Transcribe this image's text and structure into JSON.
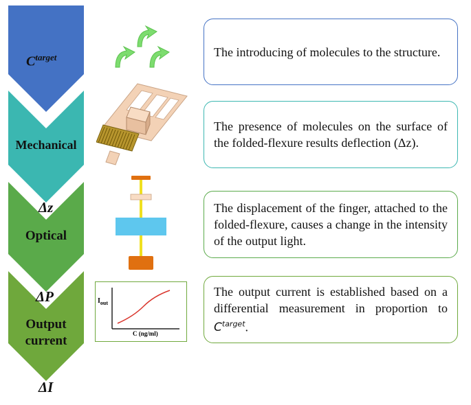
{
  "stages": [
    {
      "id": "target",
      "color": "#4472c4"
    },
    {
      "id": "mechanical",
      "label": "Mechanical",
      "color": "#3bb7b1"
    },
    {
      "id": "optical",
      "label": "Optical",
      "color": "#5aaa4a"
    },
    {
      "id": "output",
      "label_line1": "Output",
      "label_line2": "current",
      "color": "#6fa83c"
    }
  ],
  "variables": {
    "c_target_base": "C",
    "c_target_sup": "target",
    "dz": "Δz",
    "dp": "ΔP",
    "di": "ΔI"
  },
  "boxes": [
    {
      "text": "The introducing of molecules to the structure.",
      "border": "#4472c4"
    },
    {
      "text": "The presence of molecules on the surface of the folded-flexure results deflection (Δz).",
      "border": "#3bb7b1"
    },
    {
      "text": "The displacement of the finger, attached to the folded-flexure, causes a change in the intensity of the output light.",
      "border": "#5aaa4a"
    },
    {
      "text_prefix": "The output current is established based on a differential measurement in proportion to ",
      "text_base": "C",
      "text_sup": "target",
      "text_suffix": ".",
      "border": "#6fa83c"
    }
  ],
  "chart": {
    "ylabel_base": "I",
    "ylabel_sub": "out",
    "xlabel": "C (ng/ml)"
  },
  "colors": {
    "arrow_green": "#7ddc6f",
    "frame_tan": "#f3d2b6",
    "comb_gold": "#b8962e",
    "rod_yellow": "#f0e020",
    "disc_orange": "#e07010",
    "filter_blue": "#5ec7ee",
    "curve_red": "#d9342b"
  }
}
